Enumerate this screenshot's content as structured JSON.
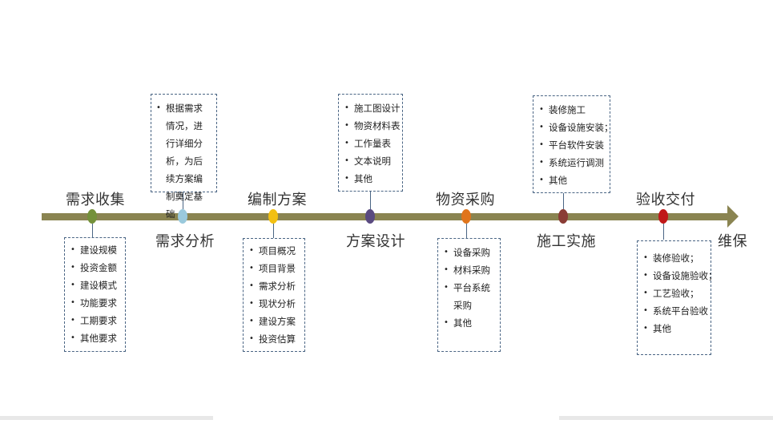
{
  "stages": {
    "s1": "需求收集",
    "s2": "需求分析",
    "s3": "编制方案",
    "s4": "方案设计",
    "s5": "物资采购",
    "s6": "施工实施",
    "s7": "验收交付",
    "s8": "维保"
  },
  "boxes": {
    "b1": [
      "建设规模",
      "投资金额",
      "建设模式",
      "功能要求",
      "工期要求",
      "其他要求"
    ],
    "b2": [
      "根据需求情况，进行详细分析，为后续方案编制奠定基础"
    ],
    "b3": [
      "项目概况",
      "项目背景",
      "需求分析",
      "现状分析",
      "建设方案",
      "投资估算"
    ],
    "b4": [
      "施工图设计",
      "物资材料表",
      "工作量表",
      "文本说明",
      "其他"
    ],
    "b5": [
      "设备采购",
      "材料采购",
      "平台系统采购",
      "其他"
    ],
    "b6": [
      "装修施工",
      "设备设施安装；",
      "平台软件安装",
      "系统运行调测",
      "其他"
    ],
    "b7": [
      "装修验收；",
      "设备设施验收；",
      "工艺验收；",
      "系统平台验收",
      "其他"
    ]
  },
  "colors": {
    "axis": "#8a8451",
    "dot1": "#74913a",
    "dot2": "#9ac9dc",
    "dot3": "#f2c012",
    "dot4": "#5a4a80",
    "dot5": "#e0751c",
    "dot6": "#8a3c35",
    "dot7": "#c01818",
    "box_border": "#4a6584"
  }
}
